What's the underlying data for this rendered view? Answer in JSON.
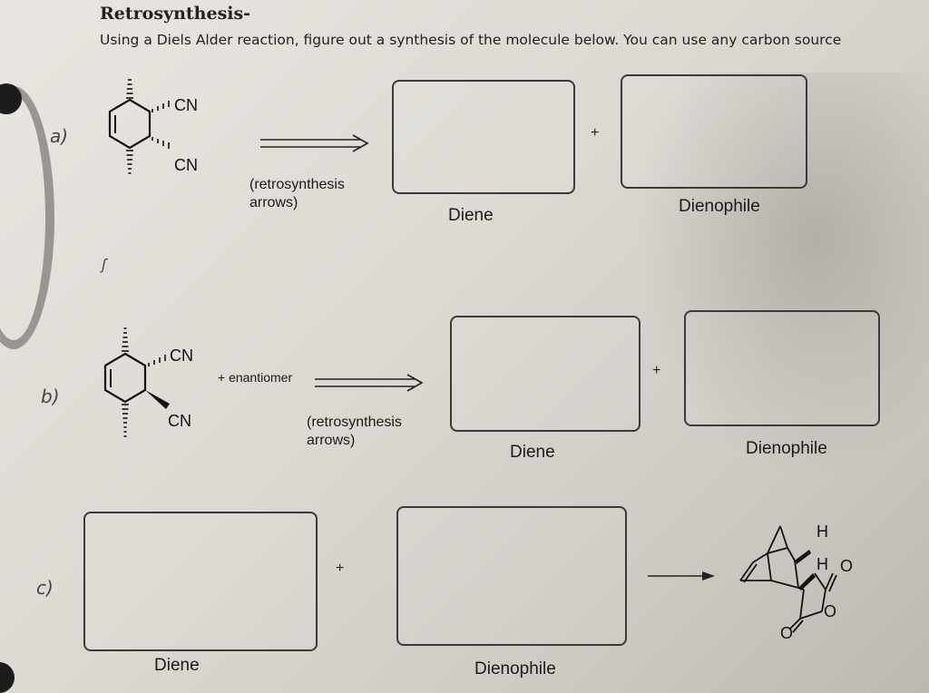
{
  "header": {
    "title": "Retrosynthesis-",
    "instructions": "Using a Diels Alder reaction, figure out a synthesis of the molecule below. You can use any carbon source"
  },
  "problems": [
    {
      "marker": "a)",
      "arrow_note": "(retrosynthesis arrows)",
      "diene_label": "Diene",
      "dienophile_label": "Dienophile",
      "plus": "+",
      "substituents": [
        "CN",
        "CN"
      ]
    },
    {
      "marker": "b)",
      "extra": "+ enantiomer",
      "arrow_note": "(retrosynthesis arrows)",
      "diene_label": "Diene",
      "dienophile_label": "Dienophile",
      "plus": "+",
      "substituents": [
        "CN",
        "CN"
      ]
    },
    {
      "marker": "c)",
      "diene_label": "Diene",
      "dienophile_label": "Dienophile",
      "plus": "+",
      "atoms": [
        "H",
        "H",
        "O",
        "O",
        "O"
      ]
    }
  ]
}
